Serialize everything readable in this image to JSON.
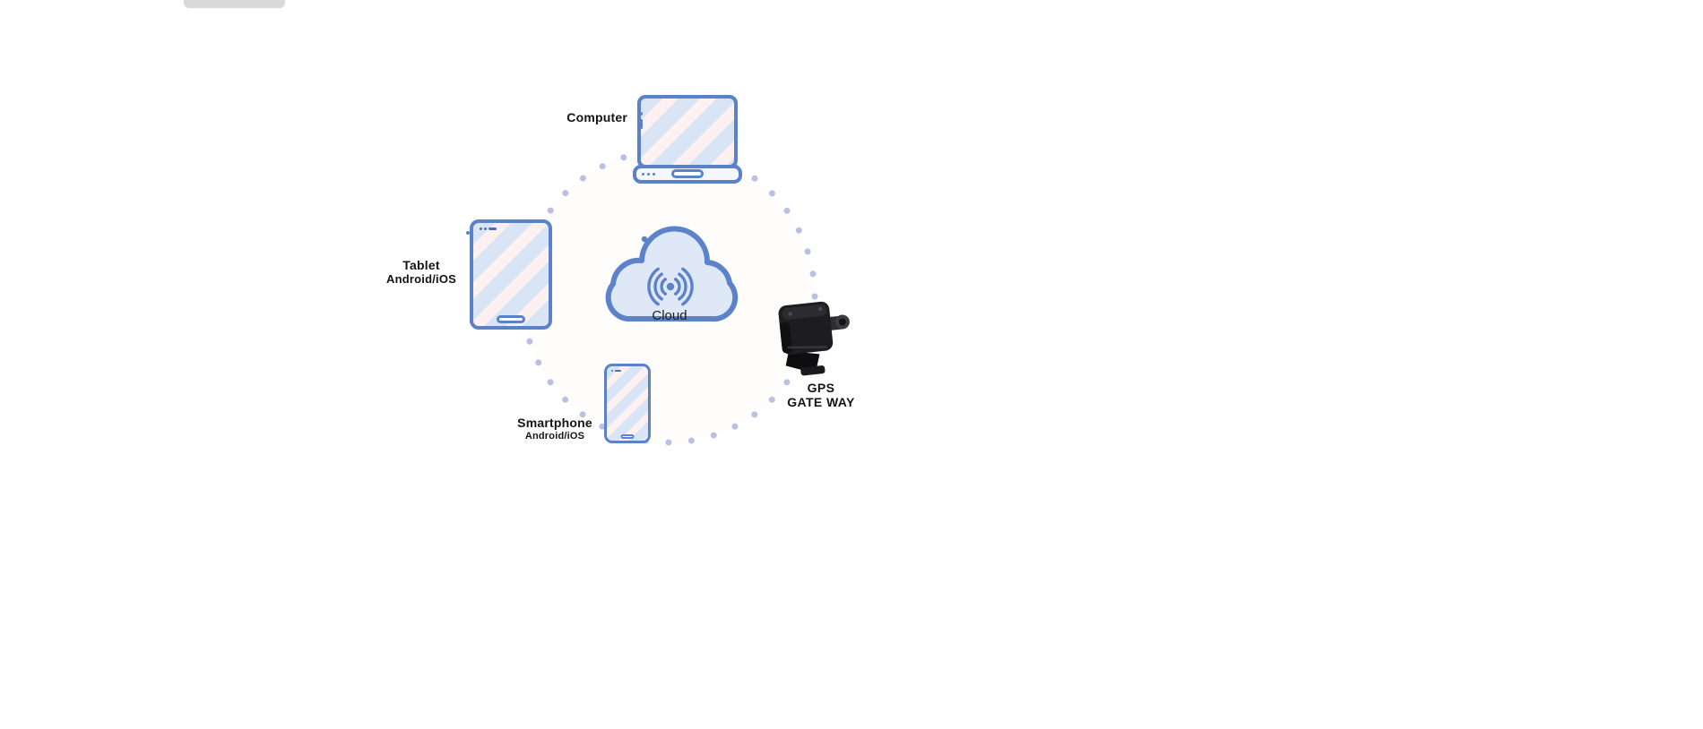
{
  "background": "#ffffff",
  "diagram": {
    "center": {
      "label": "Cloud"
    },
    "nodes": [
      {
        "id": "computer",
        "label": "Computer"
      },
      {
        "id": "tablet",
        "label": "Tablet",
        "sublabel": "Android/iOS"
      },
      {
        "id": "smartphone",
        "label": "Smartphone",
        "sublabel": "Android/iOS"
      },
      {
        "id": "gps-gateway",
        "label": "GPS",
        "sublabel": "GATE WAY"
      }
    ]
  },
  "icons": {
    "center": "cloud-icon",
    "center_inner": "wifi-signal-icon",
    "computer": "laptop-icon",
    "tablet": "tablet-icon",
    "smartphone": "smartphone-icon",
    "gps_gateway": "gps-gateway-device-image",
    "ring": "dotted-connection-ring"
  },
  "colors": {
    "device_outline": "#5b81c8",
    "device_detail": "#4a6fb8",
    "device_screen_fill": "#d9e4f5",
    "device_screen_stripe": "#fcf0f1",
    "connection_dot": "#b9c0e6",
    "label_text": "#141414",
    "cloud_fill": "#dfe8f7",
    "gateway_body": "#1d1d20"
  }
}
